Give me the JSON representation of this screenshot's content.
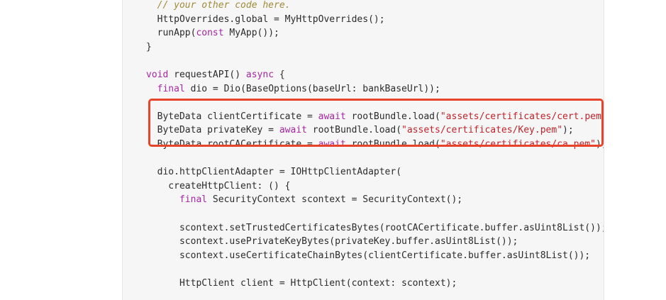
{
  "code": {
    "lines": [
      [
        {
          "t": "  // your other code here.",
          "c": "cm"
        }
      ],
      [
        {
          "t": "  HttpOverrides.global = MyHttpOverrides();",
          "c": ""
        }
      ],
      [
        {
          "t": "  runApp(",
          "c": ""
        },
        {
          "t": "const",
          "c": "kw"
        },
        {
          "t": " MyApp());",
          "c": ""
        }
      ],
      [
        {
          "t": "}",
          "c": ""
        }
      ],
      [],
      [
        {
          "t": "void",
          "c": "kw"
        },
        {
          "t": " requestAPI() ",
          "c": ""
        },
        {
          "t": "async",
          "c": "kw"
        },
        {
          "t": " {",
          "c": ""
        }
      ],
      [
        {
          "t": "  ",
          "c": ""
        },
        {
          "t": "final",
          "c": "kw"
        },
        {
          "t": " dio = Dio(BaseOptions(baseUrl: bankBaseUrl));",
          "c": ""
        }
      ],
      [],
      [
        {
          "t": "  ByteData clientCertificate = ",
          "c": ""
        },
        {
          "t": "await",
          "c": "kw"
        },
        {
          "t": " rootBundle.load(",
          "c": ""
        },
        {
          "t": "\"assets/certificates/cert.pem\"",
          "c": "str"
        },
        {
          "t": ");",
          "c": ""
        }
      ],
      [
        {
          "t": "  ByteData privateKey = ",
          "c": ""
        },
        {
          "t": "await",
          "c": "kw"
        },
        {
          "t": " rootBundle.load(",
          "c": ""
        },
        {
          "t": "\"assets/certificates/Key.pem\"",
          "c": "str"
        },
        {
          "t": ");",
          "c": ""
        }
      ],
      [
        {
          "t": "  ByteData rootCACertificate = ",
          "c": ""
        },
        {
          "t": "await",
          "c": "kw"
        },
        {
          "t": " rootBundle.load(",
          "c": ""
        },
        {
          "t": "\"assets/certificates/ca.pem\"",
          "c": "str"
        },
        {
          "t": ");",
          "c": ""
        }
      ],
      [],
      [
        {
          "t": "  dio.httpClientAdapter = IOHttpClientAdapter(",
          "c": ""
        }
      ],
      [
        {
          "t": "    createHttpClient: () {",
          "c": ""
        }
      ],
      [
        {
          "t": "      ",
          "c": ""
        },
        {
          "t": "final",
          "c": "kw"
        },
        {
          "t": " SecurityContext scontext = SecurityContext();",
          "c": ""
        }
      ],
      [],
      [
        {
          "t": "      scontext.setTrustedCertificatesBytes(rootCACertificate.buffer.asUint8List());",
          "c": ""
        }
      ],
      [
        {
          "t": "      scontext.usePrivateKeyBytes(privateKey.buffer.asUint8List());",
          "c": ""
        }
      ],
      [
        {
          "t": "      scontext.useCertificateChainBytes(clientCertificate.buffer.asUint8List());",
          "c": ""
        }
      ],
      [],
      [
        {
          "t": "      HttpClient client = HttpClient(context: scontext);",
          "c": ""
        }
      ],
      []
    ]
  },
  "colors": {
    "keyword": "#a626a4",
    "string": "#c0222a",
    "comment": "#a08a3a",
    "highlight_border": "#e8442b"
  }
}
